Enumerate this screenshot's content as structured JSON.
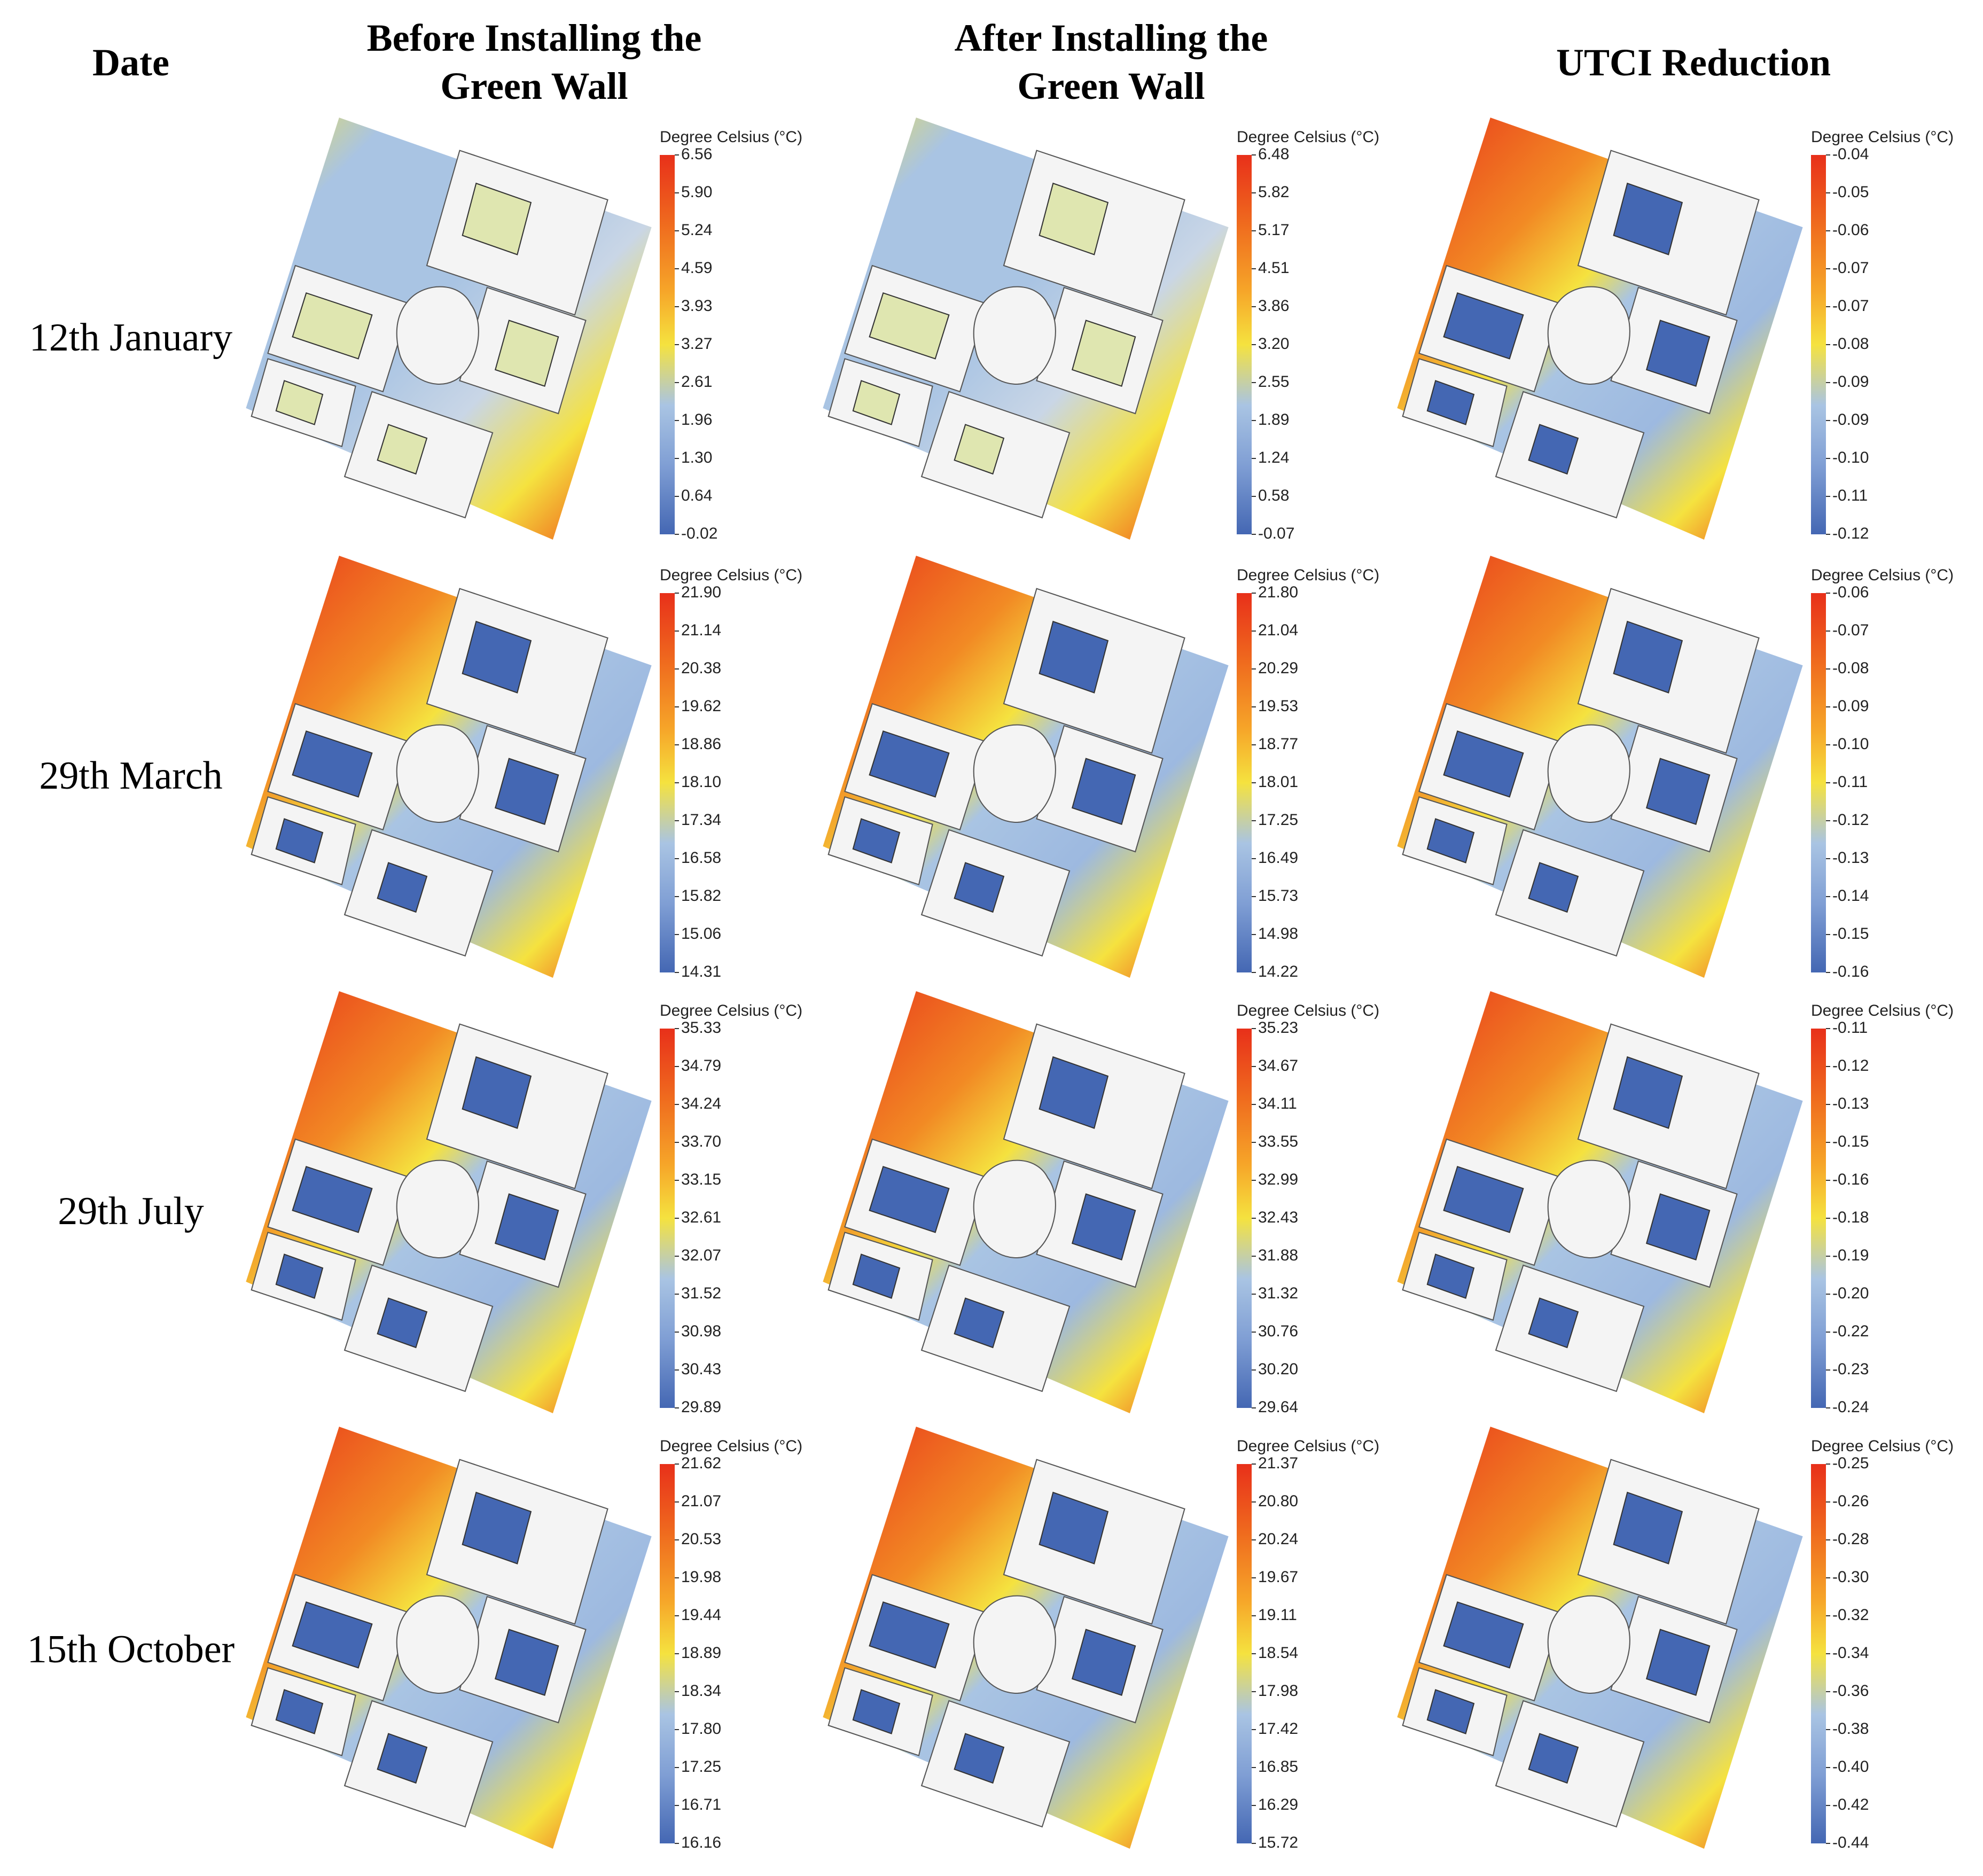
{
  "headers": {
    "date": "Date",
    "columns": [
      "Before Installing the Green Wall",
      "After Installing the Green Wall",
      "UTCI Reduction"
    ]
  },
  "legend_title": "Degree Celsius (°C)",
  "colors": {
    "high": "#e8301a",
    "mid": "#f5e23f",
    "low": "#4467b3",
    "building": "#f4f4f4"
  },
  "rows": [
    {
      "date": "12th January",
      "panels": [
        {
          "legend_ticks": [
            "6.56",
            "5.90",
            "5.24",
            "4.59",
            "3.93",
            "3.27",
            "2.61",
            "1.96",
            "1.30",
            "0.64",
            "-0.02"
          ],
          "scheme": "cool"
        },
        {
          "legend_ticks": [
            "6.48",
            "5.82",
            "5.17",
            "4.51",
            "3.86",
            "3.20",
            "2.55",
            "1.89",
            "1.24",
            "0.58",
            "-0.07"
          ],
          "scheme": "cool"
        },
        {
          "legend_ticks": [
            "-0.04",
            "-0.05",
            "-0.06",
            "-0.07",
            "-0.07",
            "-0.08",
            "-0.09",
            "-0.09",
            "-0.10",
            "-0.11",
            "-0.12"
          ],
          "scheme": "warm"
        }
      ]
    },
    {
      "date": "29th March",
      "panels": [
        {
          "legend_ticks": [
            "21.90",
            "21.14",
            "20.38",
            "19.62",
            "18.86",
            "18.10",
            "17.34",
            "16.58",
            "15.82",
            "15.06",
            "14.31"
          ],
          "scheme": "warm"
        },
        {
          "legend_ticks": [
            "21.80",
            "21.04",
            "20.29",
            "19.53",
            "18.77",
            "18.01",
            "17.25",
            "16.49",
            "15.73",
            "14.98",
            "14.22"
          ],
          "scheme": "warm"
        },
        {
          "legend_ticks": [
            "-0.06",
            "-0.07",
            "-0.08",
            "-0.09",
            "-0.10",
            "-0.11",
            "-0.12",
            "-0.13",
            "-0.14",
            "-0.15",
            "-0.16"
          ],
          "scheme": "warm"
        }
      ]
    },
    {
      "date": "29th July",
      "panels": [
        {
          "legend_ticks": [
            "35.33",
            "34.79",
            "34.24",
            "33.70",
            "33.15",
            "32.61",
            "32.07",
            "31.52",
            "30.98",
            "30.43",
            "29.89"
          ],
          "scheme": "warm"
        },
        {
          "legend_ticks": [
            "35.23",
            "34.67",
            "34.11",
            "33.55",
            "32.99",
            "32.43",
            "31.88",
            "31.32",
            "30.76",
            "30.20",
            "29.64"
          ],
          "scheme": "warm"
        },
        {
          "legend_ticks": [
            "-0.11",
            "-0.12",
            "-0.13",
            "-0.15",
            "-0.16",
            "-0.18",
            "-0.19",
            "-0.20",
            "-0.22",
            "-0.23",
            "-0.24"
          ],
          "scheme": "warm"
        }
      ]
    },
    {
      "date": "15th October",
      "panels": [
        {
          "legend_ticks": [
            "21.62",
            "21.07",
            "20.53",
            "19.98",
            "19.44",
            "18.89",
            "18.34",
            "17.80",
            "17.25",
            "16.71",
            "16.16"
          ],
          "scheme": "warm"
        },
        {
          "legend_ticks": [
            "21.37",
            "20.80",
            "20.24",
            "19.67",
            "19.11",
            "18.54",
            "17.98",
            "17.42",
            "16.85",
            "16.29",
            "15.72"
          ],
          "scheme": "warm"
        },
        {
          "legend_ticks": [
            "-0.25",
            "-0.26",
            "-0.28",
            "-0.30",
            "-0.32",
            "-0.34",
            "-0.36",
            "-0.38",
            "-0.40",
            "-0.42",
            "-0.44"
          ],
          "scheme": "warm"
        }
      ]
    }
  ]
}
